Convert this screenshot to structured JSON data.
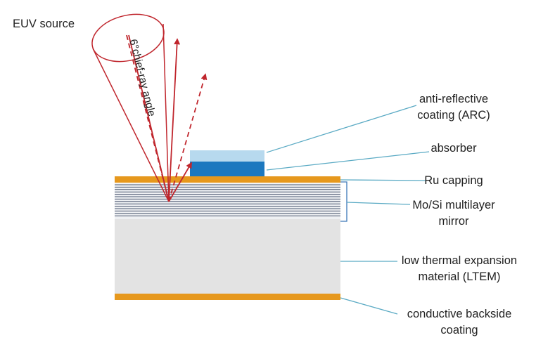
{
  "labels": {
    "source": "EUV source",
    "chief_ray_angle": "6°chief-ray angle",
    "arc_line1": "anti-reflective",
    "arc_line2": "coating (ARC)",
    "absorber": "absorber",
    "capping": "Ru capping",
    "multilayer_line1": "Mo/Si multilayer",
    "multilayer_line2": "mirror",
    "ltem_line1": "low thermal expansion",
    "ltem_line2": "material (LTEM)",
    "backside_line1": "conductive backside",
    "backside_line2": "coating"
  },
  "colors": {
    "ray": "#c0262d",
    "capping": "#e6981d",
    "multilayer_line": "#4b5770",
    "multilayer_fill": "#eef0f3",
    "substrate": "#e3e3e3",
    "absorber": "#1c78bf",
    "arc": "#b7d9ee",
    "leader": "#5aaac4",
    "bracket": "#3c78b8",
    "text": "#222222"
  }
}
